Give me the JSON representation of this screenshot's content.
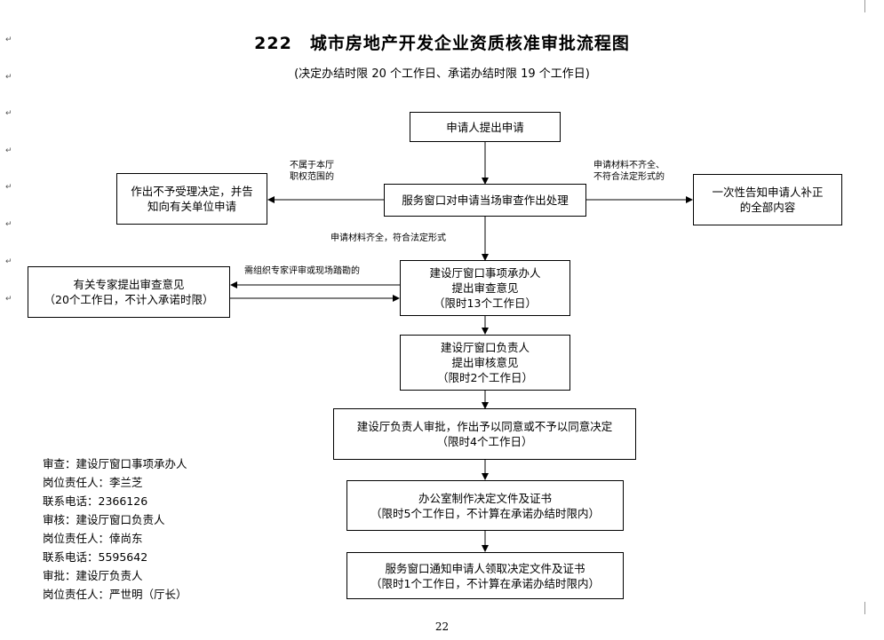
{
  "doc": {
    "title": "222　城市房地产开发企业资质核准审批流程图",
    "subtitle": "(决定办结时限 20 个工作日、承诺办结时限 19 个工作日)",
    "page_number": "22"
  },
  "flow": {
    "apply": "申请人提出申请",
    "window_process": "服务窗口对申请当场审查作出处理",
    "reject": [
      "作出不予受理决定，并告",
      "知向有关单位申请"
    ],
    "correction": [
      "一次性告知申请人补正",
      "的全部内容"
    ],
    "expert": [
      "有关专家提出审查意见",
      "（20个工作日，不计入承诺时限）"
    ],
    "handler": [
      "建设厅窗口事项承办人",
      "提出审查意见",
      "（限时13个工作日）"
    ],
    "manager": [
      "建设厅窗口负责人",
      "提出审核意见",
      "（限时2个工作日）"
    ],
    "approval": [
      "建设厅负责人审批，作出予以同意或不予以同意决定",
      "（限时4个工作日）"
    ],
    "office": [
      "办公室制作决定文件及证书",
      "（限时5个工作日，不计算在承诺办结时限内）"
    ],
    "notify": [
      "服务窗口通知申请人领取决定文件及证书",
      "（限时1个工作日，不计算在承诺办结时限内）"
    ]
  },
  "edge_labels": {
    "not_in_scope": [
      "不属于本厅",
      "职权范围的"
    ],
    "incomplete": [
      "申请材料不齐全、",
      "不符合法定形式的"
    ],
    "complete": "申请材料齐全，符合法定形式",
    "need_expert": "需组织专家评审或现场踏勘的"
  },
  "contacts": [
    "审查：建设厅窗口事项承办人",
    "岗位责任人：李兰芝",
    "联系电话：2366126",
    "审核：建设厅窗口负责人",
    "岗位责任人：倖尚东",
    "联系电话：5595642",
    "审批：建设厅负责人",
    "岗位责任人：严世明（厅长）"
  ],
  "colors": {
    "line": "#000000",
    "mark": "#555555"
  }
}
